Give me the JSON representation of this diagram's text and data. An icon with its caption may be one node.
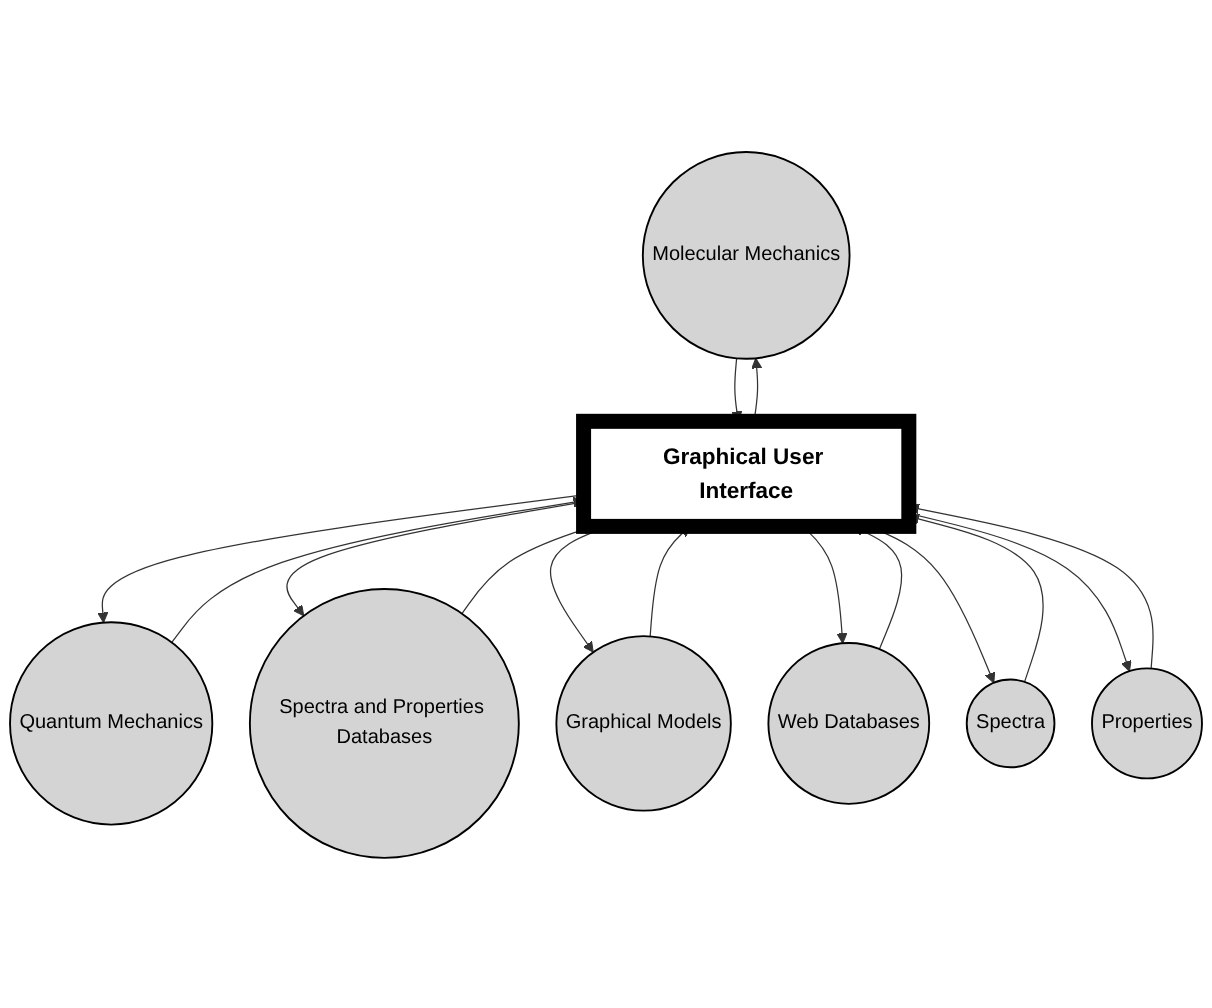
{
  "diagram": {
    "nodes": [
      {
        "text": [
          "Molecular Mechanics"
        ]
      },
      {
        "text": [
          "Quantum Mechanics"
        ]
      },
      {
        "text": [
          "Spectra and Properties Databases"
        ]
      },
      {
        "text": [
          "Graphical Models"
        ]
      },
      {
        "text": [
          "Graphical User Interface"
        ]
      },
      {
        "text": [
          "Web Databases"
        ]
      },
      {
        "text": [
          "Spectra"
        ]
      },
      {
        "text": [
          "Properties"
        ]
      }
    ],
    "edges": [
      {
        "from": 0,
        "to": 4,
        "arrow": "to"
      },
      {
        "from": 4,
        "to": 0,
        "arrow": "to"
      },
      {
        "from": 1,
        "to": 4,
        "arrow": "to"
      },
      {
        "from": 4,
        "to": 1,
        "arrow": "to"
      },
      {
        "from": 2,
        "to": 4,
        "arrow": "to"
      },
      {
        "from": 4,
        "to": 2,
        "arrow": "to"
      },
      {
        "from": 3,
        "to": 4,
        "arrow": "to"
      },
      {
        "from": 4,
        "to": 3,
        "arrow": "to"
      },
      {
        "from": 5,
        "to": 4,
        "arrow": "to"
      },
      {
        "from": 4,
        "to": 5,
        "arrow": "to"
      },
      {
        "from": 6,
        "to": 4,
        "arrow": "to"
      },
      {
        "from": 4,
        "to": 6,
        "arrow": "to"
      },
      {
        "from": 7,
        "to": 4,
        "arrow": "to"
      },
      {
        "from": 4,
        "to": 7,
        "arrow": "to"
      }
    ]
  }
}
